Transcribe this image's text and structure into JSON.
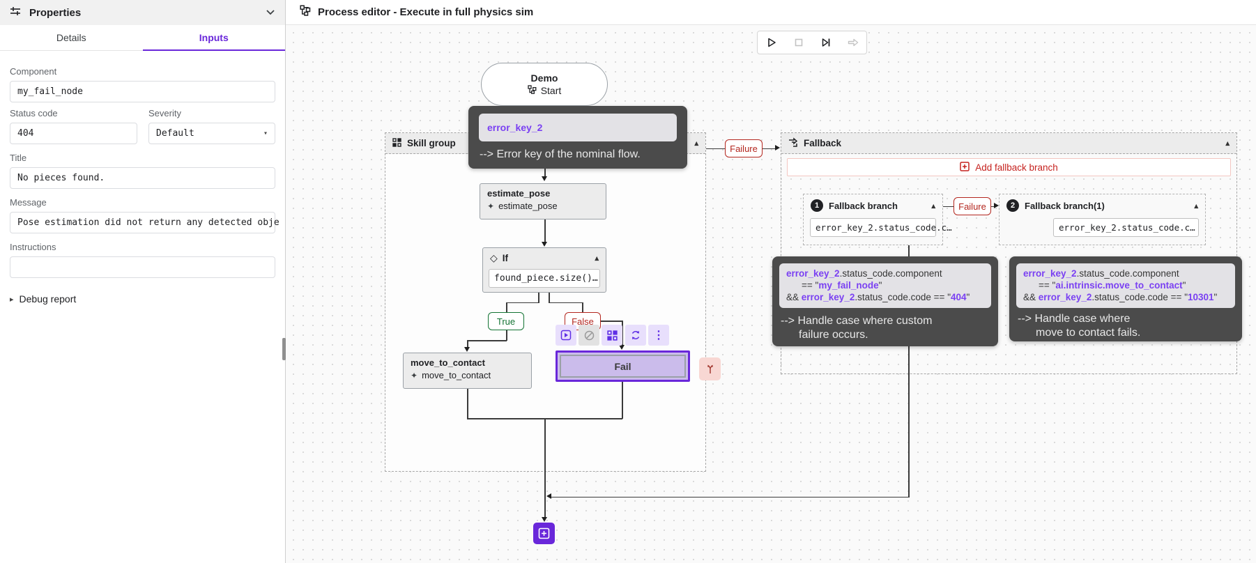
{
  "colors": {
    "accent": "#6927da",
    "code_token": "#7a40f2",
    "red": "#c5221f",
    "green": "#137333",
    "tooltip_bg": "#4b4b4b",
    "node_bg": "#ececec",
    "fail_fill": "#cbbceb"
  },
  "sidebar": {
    "title": "Properties",
    "tabs": {
      "details": "Details",
      "inputs": "Inputs"
    },
    "fields": {
      "component": {
        "label": "Component",
        "value": "my_fail_node"
      },
      "status_code": {
        "label": "Status code",
        "value": "404"
      },
      "severity": {
        "label": "Severity",
        "value": "Default"
      },
      "title": {
        "label": "Title",
        "value": "No pieces found."
      },
      "message": {
        "label": "Message",
        "value": "Pose estimation did not return any detected obje"
      },
      "instructions": {
        "label": "Instructions",
        "value": ""
      }
    },
    "debug_report": "Debug report"
  },
  "header": {
    "title": "Process editor - Execute in full physics sim"
  },
  "canvas": {
    "start_node": {
      "title": "Demo",
      "subtitle": "Start"
    },
    "error_tooltip": {
      "key": "error_key_2",
      "note": "--> Error key of the nominal flow."
    },
    "skill_group": {
      "label": "Skill group"
    },
    "nodes": {
      "estimate_pose": {
        "title": "estimate_pose",
        "skill": "estimate_pose"
      },
      "if": {
        "label": "If",
        "condition": "found_piece.size()…"
      },
      "move_to_contact": {
        "title": "move_to_contact",
        "skill": "move_to_contact"
      },
      "fail": {
        "label": "Fail"
      }
    },
    "badges": {
      "true": "True",
      "false": "False",
      "failure_1": "Failure",
      "failure_2": "Failure"
    },
    "fallback": {
      "label": "Fallback",
      "add_button": "Add fallback branch",
      "branches": [
        {
          "number": "1",
          "label": "Fallback branch",
          "condition": "error_key_2.status_code.c…"
        },
        {
          "number": "2",
          "label": "Fallback branch(1)",
          "condition": "error_key_2.status_code.c…"
        }
      ]
    },
    "cond_tooltips": [
      {
        "l1_key": "error_key_2",
        "l1_rest": ".status_code.component",
        "l2_pre": "== \"",
        "l2_val": "my_fail_node",
        "l2_post": "\"",
        "l3_pre": "&& ",
        "l3_key": "error_key_2",
        "l3_mid": ".status_code.code == \"",
        "l3_val": "404",
        "l3_post": "\"",
        "note_line1": "--> Handle case where custom",
        "note_line2": "failure occurs."
      },
      {
        "l1_key": "error_key_2",
        "l1_rest": ".status_code.component",
        "l2_pre": "== \"",
        "l2_val": "ai.intrinsic.move_to_contact",
        "l2_post": "\"",
        "l3_pre": "&& ",
        "l3_key": "error_key_2",
        "l3_mid": ".status_code.code == \"",
        "l3_val": "10301",
        "l3_post": "\"",
        "note_line1": "--> Handle case where",
        "note_line2": "move to contact fails."
      }
    ]
  },
  "icons": {
    "collapse_up": "▴",
    "dropdown": "▾",
    "disclosure": "▸",
    "kebab": "⋮",
    "diamond": "◇",
    "sparkle": "✦"
  }
}
